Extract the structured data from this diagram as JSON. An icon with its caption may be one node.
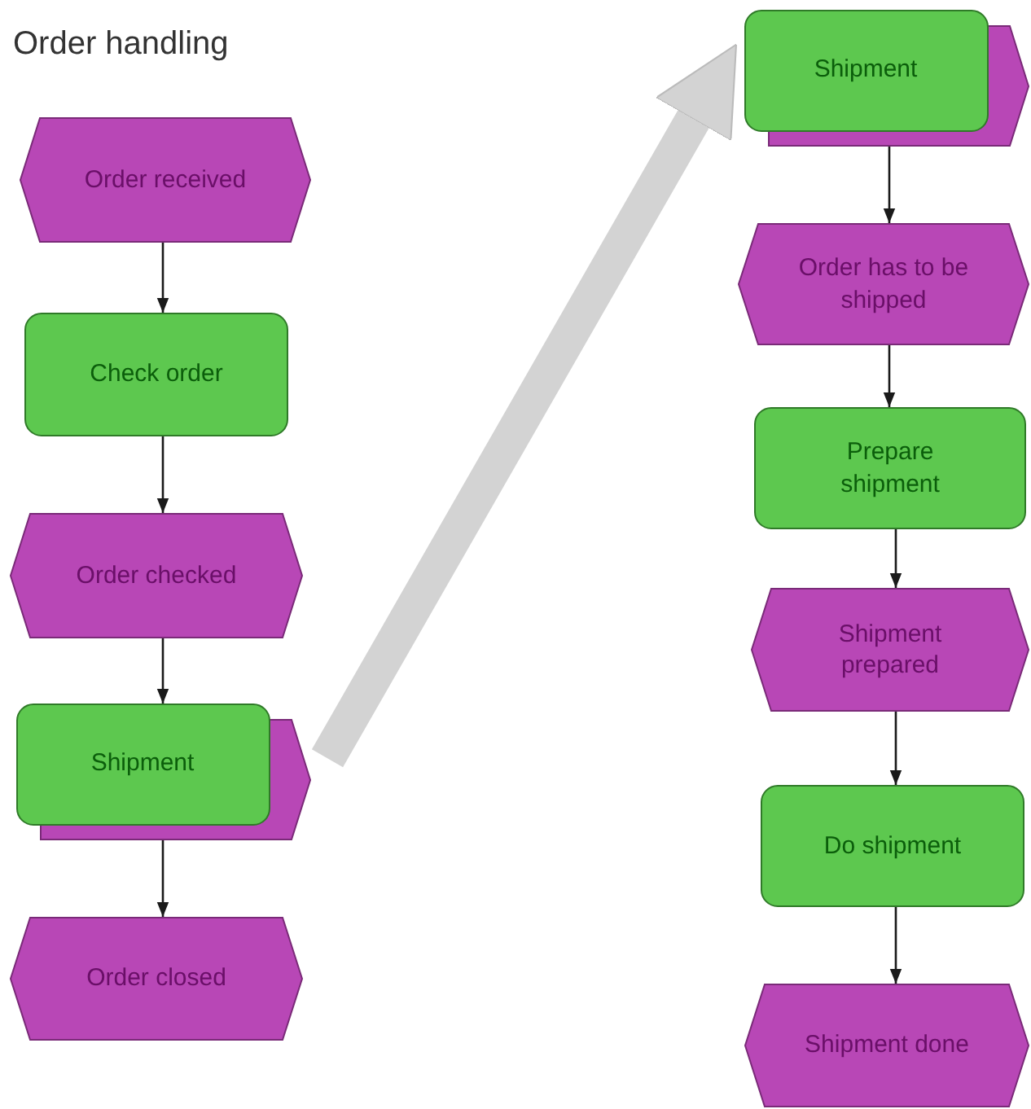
{
  "diagram": {
    "title": "Order handling",
    "nodes": [
      {
        "text": [
          "Order received"
        ]
      },
      {
        "text": [
          "Check order"
        ]
      },
      {
        "text": [
          "Order checked"
        ]
      },
      {
        "text": [
          "Shipment"
        ]
      },
      {
        "text": [
          "Order closed"
        ]
      },
      {
        "text": [
          "Shipment"
        ]
      },
      {
        "text": [
          "Order has to be shipped"
        ]
      },
      {
        "text": [
          "Prepare shipment"
        ]
      },
      {
        "text": [
          "Shipment prepared"
        ]
      },
      {
        "text": [
          "Do shipment"
        ]
      },
      {
        "text": [
          "Shipment done"
        ]
      }
    ],
    "edges": [
      {
        "from": 0,
        "to": 1,
        "arrow": "to"
      },
      {
        "from": 1,
        "to": 2,
        "arrow": "to"
      },
      {
        "from": 2,
        "to": 3,
        "arrow": "to"
      },
      {
        "from": 3,
        "to": 4,
        "arrow": "to"
      },
      {
        "from": 3,
        "to": 5,
        "arrow": "to",
        "style": "thick",
        "color": "#d3d3d3"
      },
      {
        "from": 5,
        "to": 6,
        "arrow": "to"
      },
      {
        "from": 6,
        "to": 7,
        "arrow": "to"
      },
      {
        "from": 7,
        "to": 8,
        "arrow": "to"
      },
      {
        "from": 8,
        "to": 9,
        "arrow": "to"
      },
      {
        "from": 9,
        "to": 10,
        "arrow": "to"
      }
    ]
  }
}
